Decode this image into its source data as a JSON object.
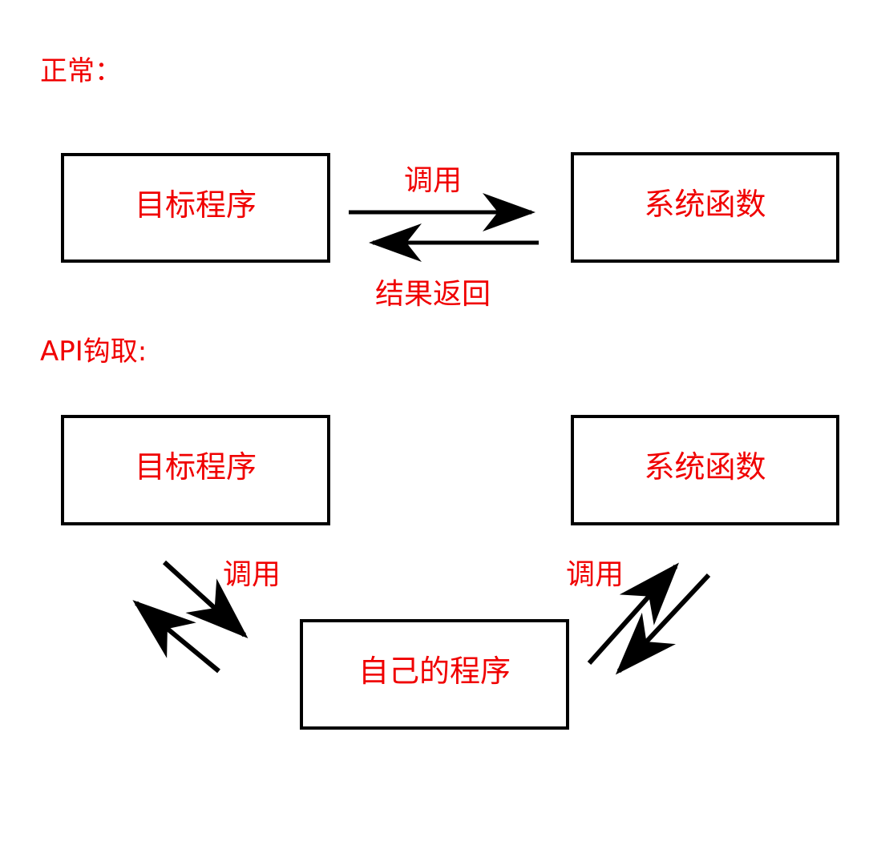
{
  "diagram": {
    "title": "API Hooking concept diagram",
    "colors": {
      "text_red": "#f00000",
      "stroke_black": "#000000",
      "background": "#ffffff"
    },
    "sections": [
      {
        "id": "normal",
        "heading": "正常："
      },
      {
        "id": "hook",
        "heading": "API钩取:"
      }
    ],
    "nodes": [
      {
        "id": "target-normal",
        "label": "目标程序"
      },
      {
        "id": "system-normal",
        "label": "系统函数"
      },
      {
        "id": "target-hook",
        "label": "目标程序"
      },
      {
        "id": "system-hook",
        "label": "系统函数"
      },
      {
        "id": "own-program",
        "label": "自己的程序"
      }
    ],
    "arrows": [
      {
        "id": "call-normal",
        "label": "调用",
        "from": "target-normal",
        "to": "system-normal",
        "direction": "right"
      },
      {
        "id": "return-normal",
        "label": "结果返回",
        "from": "system-normal",
        "to": "target-normal",
        "direction": "left"
      },
      {
        "id": "call-left-down",
        "label": "调用",
        "from": "target-hook",
        "to": "own-program",
        "direction": "down-right"
      },
      {
        "id": "return-left-up",
        "label": "",
        "from": "own-program",
        "to": "target-hook",
        "direction": "up-left"
      },
      {
        "id": "call-right-up",
        "label": "调用",
        "from": "own-program",
        "to": "system-hook",
        "direction": "up-right"
      },
      {
        "id": "return-right-down",
        "label": "",
        "from": "system-hook",
        "to": "own-program",
        "direction": "down-left"
      }
    ]
  }
}
